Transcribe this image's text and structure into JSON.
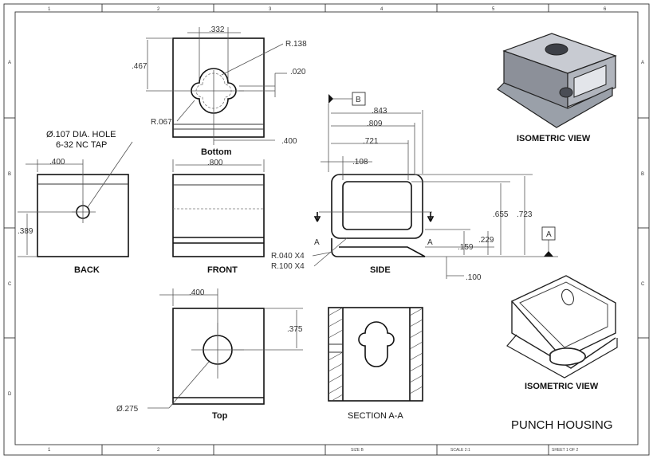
{
  "drawing": {
    "title": "PUNCH HOUSING",
    "zones_top": [
      "1",
      "2",
      "3",
      "4",
      "5",
      "6"
    ],
    "zones_bottom": [
      "1",
      "2"
    ],
    "zones_side": [
      "A",
      "B",
      "C",
      "D"
    ],
    "titleblock": {
      "size": "SIZE B",
      "scale": "SCALE 2:1",
      "sheet": "SHEET 1 OF 2"
    }
  },
  "views": {
    "bottom": "Bottom",
    "back": "BACK",
    "front": "FRONT",
    "side": "SIDE",
    "top": "Top",
    "section": "SECTION A-A",
    "iso1": "ISOMETRIC VIEW",
    "iso2": "ISOMETRIC VIEW"
  },
  "dims": {
    "d332": ".332",
    "r138": "R.138",
    "d467": ".467",
    "d020": ".020",
    "r067": "R.067",
    "d400b": ".400",
    "hole1": "Ø.107 DIA. HOLE",
    "hole2": "6-32 NC TAP",
    "d400back": ".400",
    "d389": ".389",
    "d800": ".800",
    "datumB": "B",
    "datumA": "A",
    "d843": ".843",
    "d809": ".809",
    "d721": ".721",
    "d108": ".108",
    "d655": ".655",
    "d723": ".723",
    "d229": ".229",
    "d159": ".159",
    "d100": ".100",
    "r040": "R.040 X4",
    "r100": "R.100 X4",
    "secA1": "A",
    "secA2": "A",
    "d400top": ".400",
    "d375": ".375",
    "d275": "Ø.275"
  }
}
